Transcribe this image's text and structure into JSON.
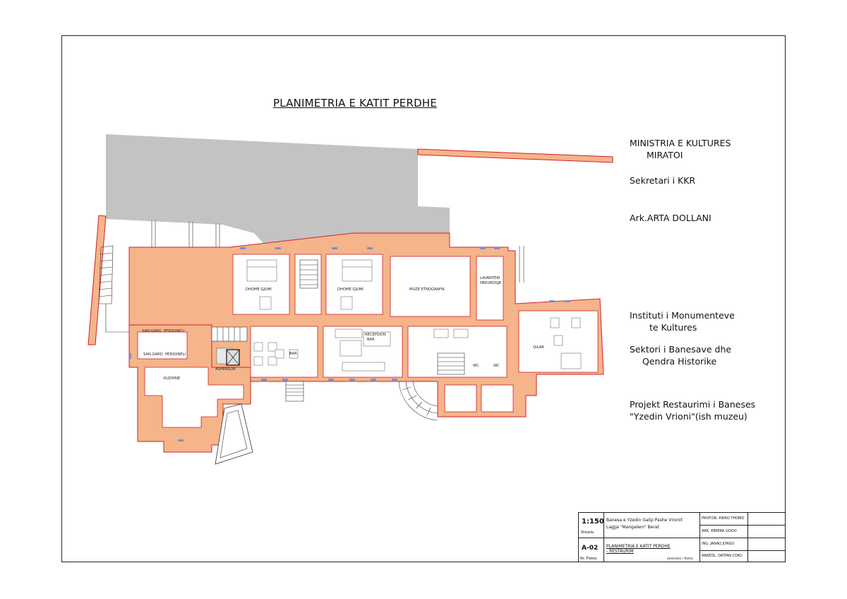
{
  "title": "PLANIMETRIA E KATIT PERDHE",
  "approval": {
    "ministry": "MINISTRIA E KULTURES",
    "approved": "MIRATOI",
    "secretary": "Sekretari i KKR",
    "architect": "Ark.ARTA  DOLLANI"
  },
  "institute": {
    "line1": "Instituti i Monumenteve",
    "line2": "te Kultures",
    "sector1": "Sektori i Banesave dhe",
    "sector2": "Qendra Historike",
    "project1": "Projekt Restaurimi i Baneses",
    "project2": "\"Yzedin Vrioni\"(ish muzeu)"
  },
  "rooms": {
    "bedroom": "DHOME GJUMI",
    "museum": "MUZE ETNOGRAFIK",
    "laundry1": "LAVANTERI",
    "laundry2": "HEKUROSJE",
    "reception1": "RECEPSION",
    "reception2": "BAR",
    "bar": "BAR",
    "kitchen": "KUZHINE",
    "elevator": "ASHENSOR",
    "staff_wc": "SAN.GARD. PERSONELI",
    "cellar": "QILAR",
    "wc": "WC"
  },
  "title_block": {
    "scale": "1:150",
    "scale_label": "Shkalla",
    "building1": "Banesa e Yzedin Galip Pashe Vrionit",
    "building2": "Lagjja \"Mangalem\"  Berat",
    "sheet_no": "A-02",
    "sheet_label": "Nr. Fletes",
    "sheet_title1": "PLANIMETRIA E KATIT PERDHE",
    "sheet_title2": "- RESTAURIM",
    "sheet_name_label": "emertimi i fletes",
    "person1": "PROF.DR. PIRRO THOMO",
    "person2": "ARK.     ERMIRA GODO",
    "person3": "ING.      JANAQ JORGO",
    "person4": "ARKEOL.  DRITAN COKU"
  },
  "colors": {
    "wall_fill": "#f5b48a",
    "wall_line": "#d0202a",
    "terrain": "#c3c3c3"
  }
}
